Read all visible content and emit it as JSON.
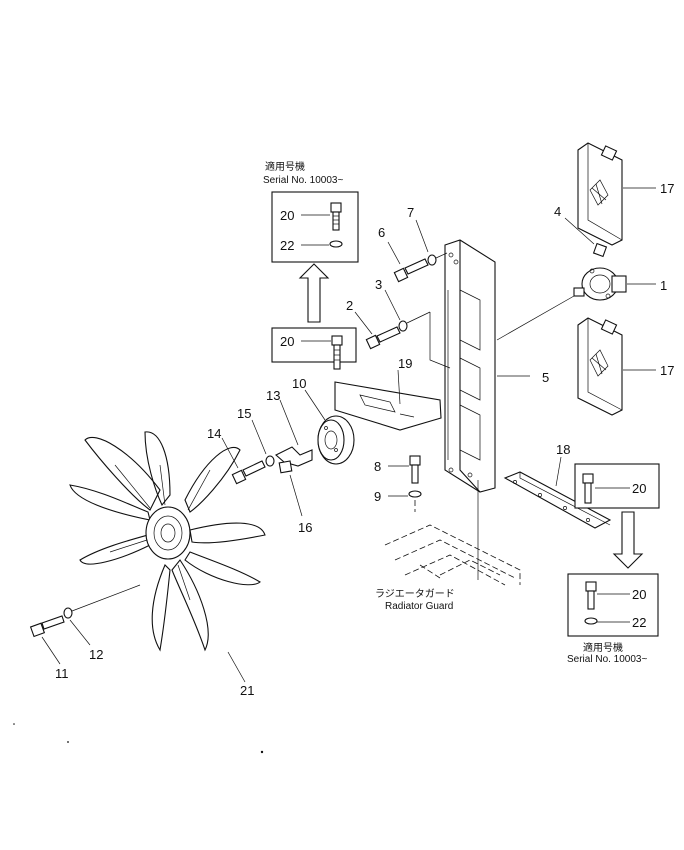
{
  "callouts": {
    "c1": "1",
    "c2": "2",
    "c3": "3",
    "c4": "4",
    "c5": "5",
    "c6": "6",
    "c7": "7",
    "c8": "8",
    "c9": "9",
    "c10": "10",
    "c11": "11",
    "c12": "12",
    "c13": "13",
    "c14": "14",
    "c15": "15",
    "c16": "16",
    "c17a": "17",
    "c17b": "17",
    "c18": "18",
    "c19": "19",
    "c20a": "20",
    "c20b": "20",
    "c20c": "20",
    "c20d": "20",
    "c21": "21",
    "c22a": "22",
    "c22b": "22"
  },
  "serial_top": {
    "jp": "適用号機",
    "en": "Serial No. 10003~"
  },
  "serial_bottom": {
    "jp": "適用号機",
    "en": "Serial No. 10003~"
  },
  "radiator_guard": {
    "jp": "ラジエータガード",
    "en": "Radiator Guard"
  }
}
